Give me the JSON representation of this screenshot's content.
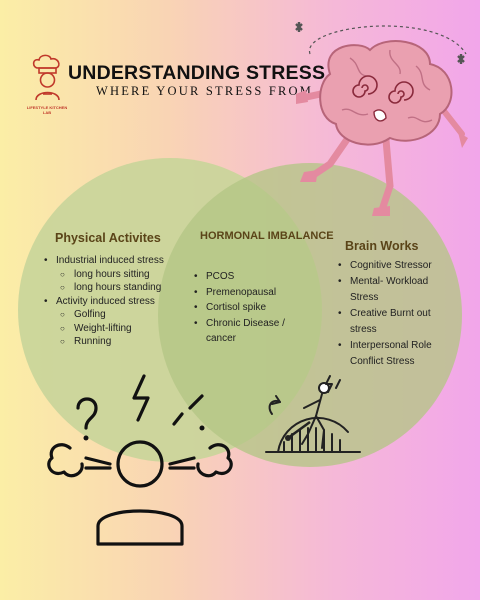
{
  "header": {
    "title": "UNDERSTANDING STRESS",
    "subtitle": "WHERE YOUR STRESS FROM",
    "logo_text": "LIFESTYLE KITCHEN LAB"
  },
  "colors": {
    "circle_left": "#c9d59a",
    "circle_right": "#b4c585",
    "heading": "#5a4418",
    "brain_pink": "#eaa0b0"
  },
  "sections": {
    "physical": {
      "heading": "Physical Activites",
      "items": [
        {
          "text": "Industrial induced stress",
          "level": 1
        },
        {
          "text": "long hours sitting",
          "level": 2
        },
        {
          "text": "long hours standing",
          "level": 2
        },
        {
          "text": "Activity induced stress",
          "level": 1
        },
        {
          "text": "Golfing",
          "level": 2
        },
        {
          "text": "Weight-lifting",
          "level": 2
        },
        {
          "text": "Running",
          "level": 2
        }
      ]
    },
    "hormonal": {
      "heading": "HORMONAL IMBALANCE",
      "items": [
        {
          "text": "PCOS",
          "level": 1
        },
        {
          "text": "Premenopausal",
          "level": 1
        },
        {
          "text": "Cortisol  spike",
          "level": 1
        },
        {
          "text": "Chronic Disease / cancer",
          "level": 1
        }
      ]
    },
    "brain": {
      "heading": "Brain Works",
      "items": [
        {
          "text": "Cognitive Stressor",
          "level": 1
        },
        {
          "text": "Mental- Workload Stress",
          "level": 1
        },
        {
          "text": "Creative Burnt out stress",
          "level": 1
        },
        {
          "text": "Interpersonal Role Conflict Stress",
          "level": 1
        }
      ]
    }
  },
  "icons": [
    "chef-logo-icon",
    "dizzy-brain-icon",
    "stressed-person-icon",
    "stress-gauge-icon"
  ]
}
